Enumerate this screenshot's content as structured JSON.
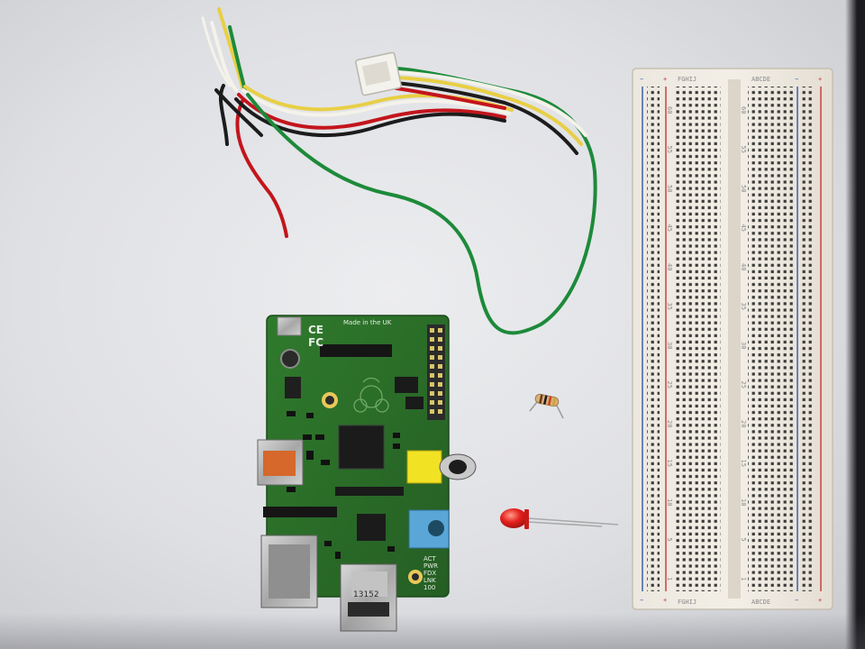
{
  "board": {
    "made_in": "Made in the UK",
    "ce_mark": "CE",
    "fc_mark": "FC",
    "usb_code": "13152",
    "leds": [
      "ACT",
      "PWR",
      "FDX",
      "LNK",
      "100"
    ]
  },
  "breadboard": {
    "column_letters_top_left": "FGHIJ",
    "column_letters_top_right": "ABCDE",
    "column_letters_bottom_left": "FGHIJ",
    "column_letters_bottom_right": "ABCDE",
    "row_numbers": [
      "60",
      "55",
      "50",
      "45",
      "40",
      "35",
      "30",
      "25",
      "20",
      "15",
      "10",
      "5",
      "1"
    ],
    "rail_plus": "+",
    "rail_minus": "−"
  },
  "colors": {
    "pcb": "#2c6b2a",
    "wire_red": "#c3151c",
    "wire_green": "#1d8a3a",
    "wire_yellow": "#e8cf45",
    "wire_white": "#f4f2ea",
    "wire_black": "#1c1c1c",
    "led_red": "#e5211d",
    "rca_yellow": "#f2e224",
    "audio_blue": "#5aa6d6"
  }
}
